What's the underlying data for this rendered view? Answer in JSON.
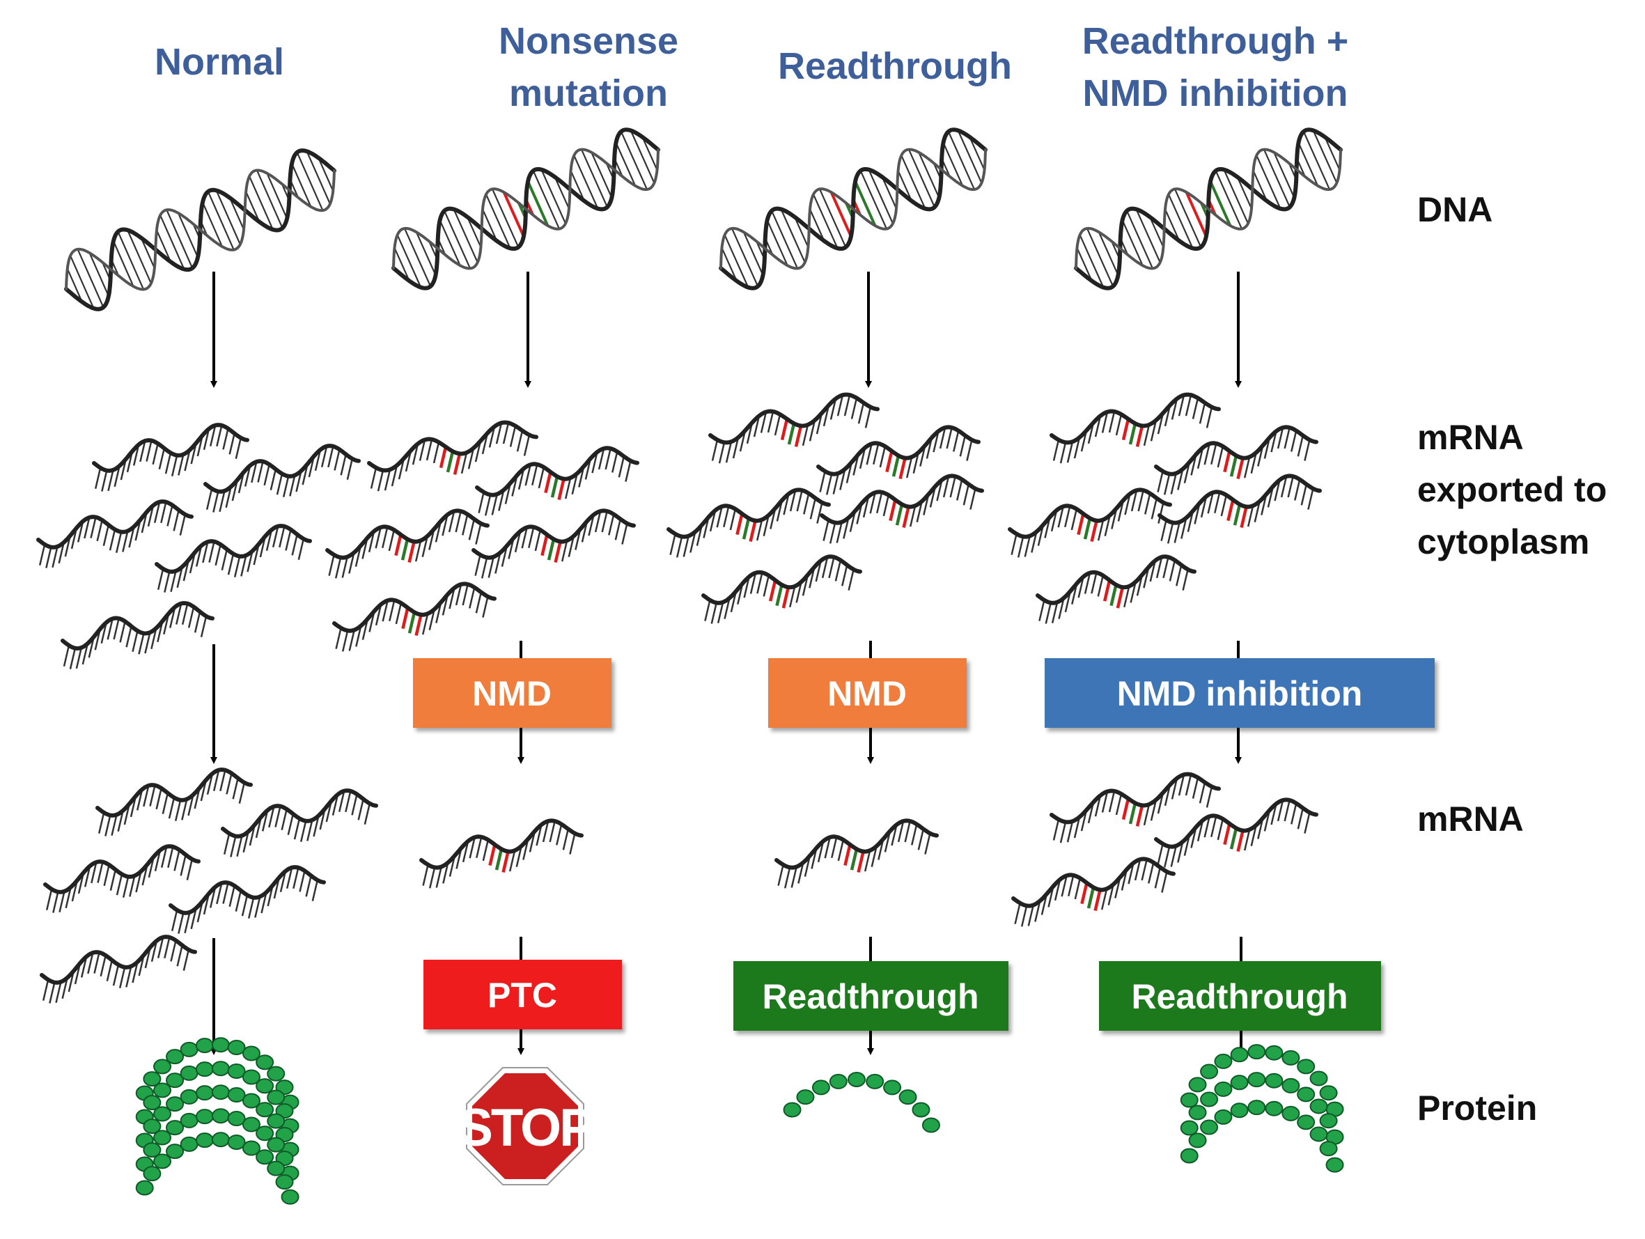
{
  "columns": [
    {
      "title_line1": "Normal",
      "title_line2": ""
    },
    {
      "title_line1": "Nonsense",
      "title_line2": "mutation"
    },
    {
      "title_line1": "Readthrough",
      "title_line2": ""
    },
    {
      "title_line1": "Readthrough +",
      "title_line2": "NMD inhibition"
    }
  ],
  "rows": {
    "dna": "DNA",
    "mrna_exported_line1": "mRNA",
    "mrna_exported_line2": "exported to",
    "mrna_exported_line3": "cytoplasm",
    "mrna": "mRNA",
    "protein": "Protein"
  },
  "boxes": {
    "nmd_1": "NMD",
    "nmd_2": "NMD",
    "nmd_inhibition": "NMD inhibition",
    "ptc": "PTC",
    "readthrough_1": "Readthrough",
    "readthrough_2": "Readthrough"
  },
  "stop_sign": "STOP",
  "colors": {
    "title": "#3e5f9a",
    "nmd_box": "#f07d3a",
    "nmd_inhibition_box": "#3d74b6",
    "ptc_box": "#ee1c1c",
    "readthrough_box": "#1f7a1f",
    "protein_bead": "#22a34a",
    "mutation_stripe": "#e01b1b",
    "stop_sign": "#cc1f1f"
  }
}
